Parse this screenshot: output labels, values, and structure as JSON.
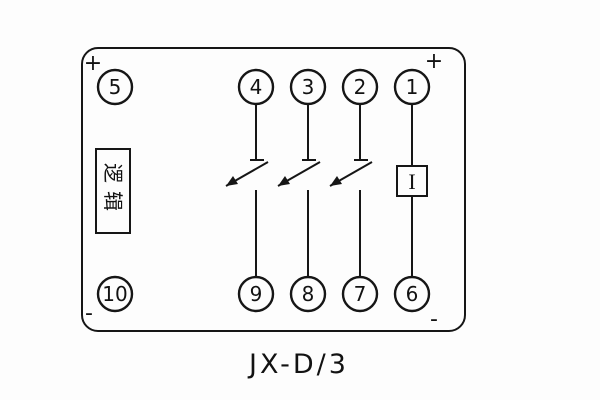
{
  "title": "JX-D/3",
  "diagram": {
    "polarity": {
      "top_left": "+",
      "top_right": "+",
      "bottom_left": "-",
      "bottom_right": "-"
    },
    "logic_box_label": "逻辑",
    "current_element_label": "I",
    "terminals_top": [
      "5",
      "4",
      "3",
      "2",
      "1"
    ],
    "terminals_bottom": [
      "10",
      "9",
      "8",
      "7",
      "6"
    ]
  },
  "colors": {
    "line": "#161616",
    "background": "#fdfdfd"
  }
}
